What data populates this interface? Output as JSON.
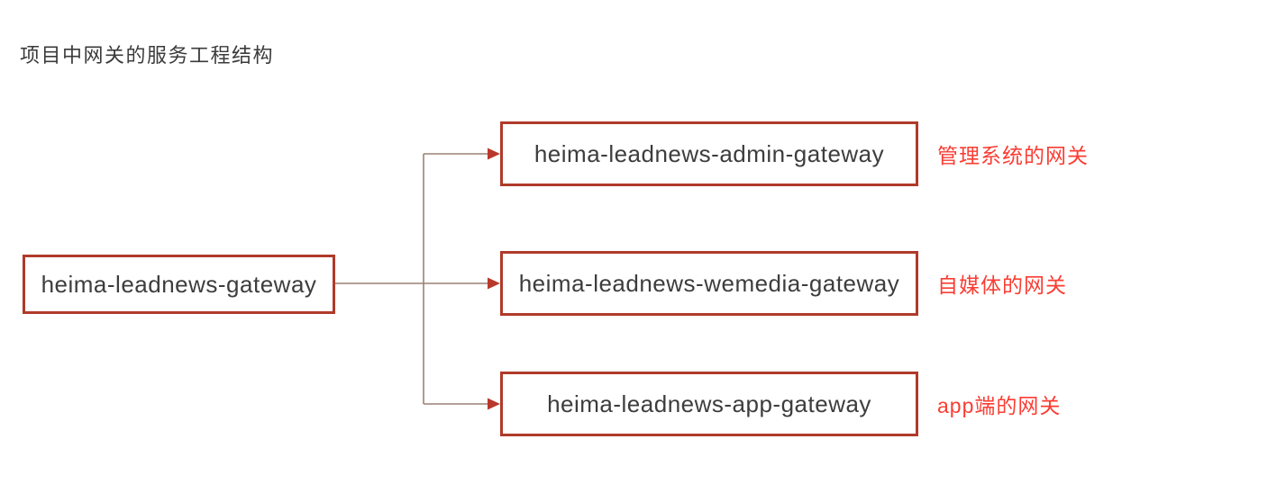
{
  "title": "项目中网关的服务工程结构",
  "root": {
    "label": "heima-leadnews-gateway"
  },
  "children": [
    {
      "label": "heima-leadnews-admin-gateway",
      "annotation": "管理系统的网关"
    },
    {
      "label": "heima-leadnews-wemedia-gateway",
      "annotation": "自媒体的网关"
    },
    {
      "label": "heima-leadnews-app-gateway",
      "annotation": "app端的网关"
    }
  ],
  "colors": {
    "background": "#ffffff",
    "title_text": "#3b3b3b",
    "box_border": "#b03a2a",
    "box_text": "#3d3d3d",
    "connector": "#9b8074",
    "arrowhead": "#b8392b",
    "annotation_text": "#fa3d33"
  }
}
